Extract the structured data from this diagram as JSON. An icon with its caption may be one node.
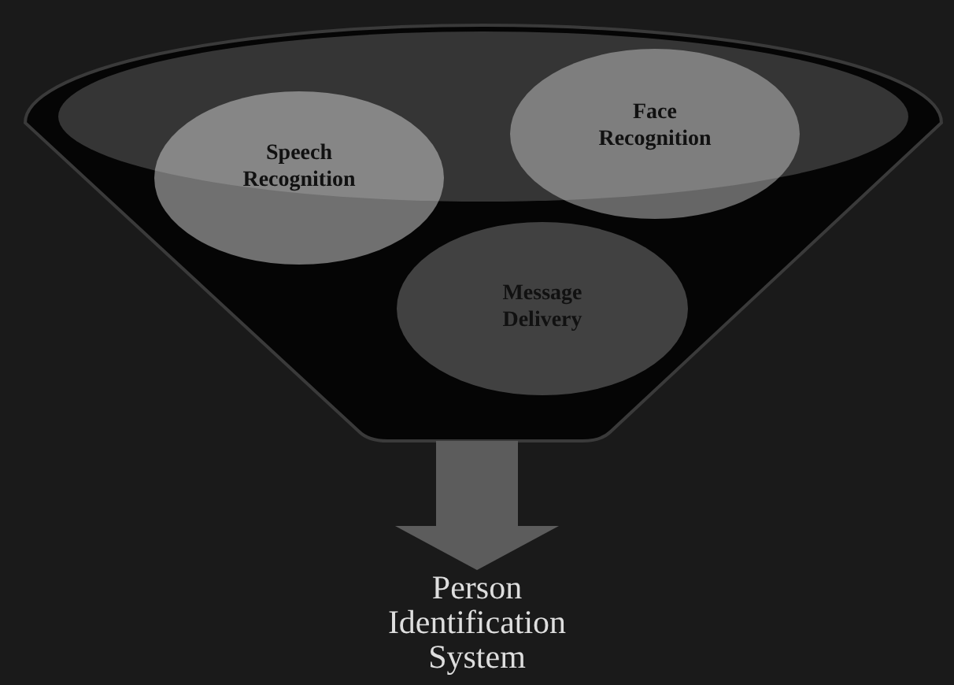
{
  "diagram": {
    "nodes": [
      {
        "text": [],
        "shape": "funnel"
      },
      {
        "text": [
          "Speech Recognition"
        ],
        "in": 0
      },
      {
        "text": [
          "Face Recognition"
        ],
        "in": 0
      },
      {
        "text": [
          "Message Delivery"
        ],
        "in": 0
      },
      {
        "text": [
          "Person Identification System"
        ]
      }
    ],
    "edges": [
      {
        "from": 0,
        "to": 4,
        "arrow": "to"
      }
    ]
  }
}
